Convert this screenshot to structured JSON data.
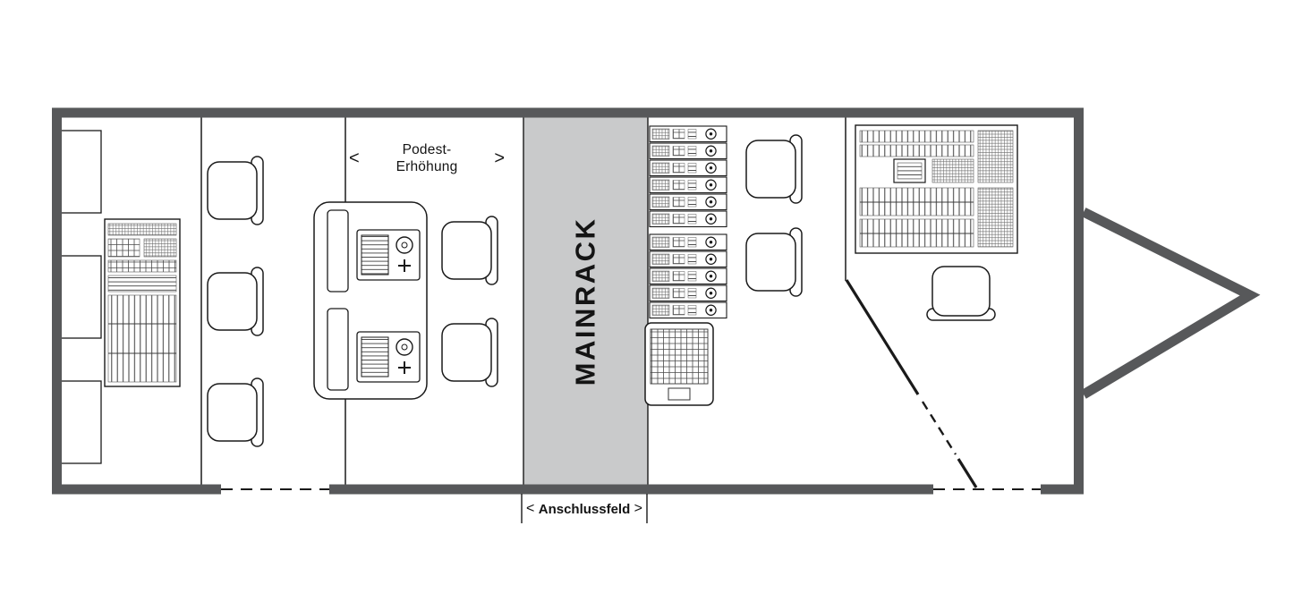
{
  "colors": {
    "background": "#ffffff",
    "wall": "#57585a",
    "line": "#1a1a1a",
    "mainrack_fill": "#c9cacb"
  },
  "labels": {
    "podium": {
      "line1": "Podest-",
      "line2": "Erhöhung",
      "arrow_left": "<",
      "arrow_right": ">"
    },
    "mainrack": {
      "text": "MAINRACK"
    },
    "connection": {
      "text": "Anschlussfeld",
      "arrow_left": "<",
      "arrow_right": ">"
    }
  }
}
